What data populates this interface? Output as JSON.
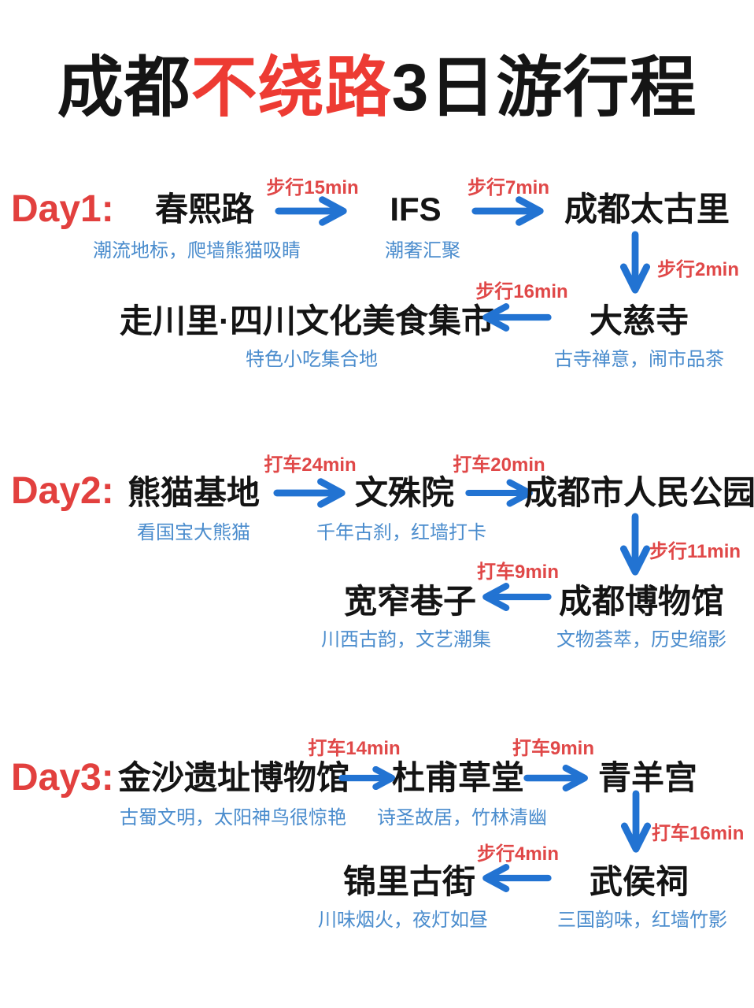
{
  "title": {
    "black_left": "成都",
    "red": "不绕路",
    "black_right": "3日游行程"
  },
  "colors": {
    "title_red": "#ed3b33",
    "day_label_red": "#e2403e",
    "leg_label_red": "#e04848",
    "arrow_blue": "#2273d2",
    "desc_blue": "#4a8ccd",
    "text_black": "#141414",
    "background": "#ffffff"
  },
  "days": [
    {
      "label": "Day1:",
      "stops": [
        {
          "name": "春熙路",
          "desc": "潮流地标，爬墙熊猫吸睛"
        },
        {
          "name": "IFS",
          "desc": "潮奢汇聚"
        },
        {
          "name": "成都太古里"
        },
        {
          "name": "大慈寺",
          "desc": "古寺禅意，闹市品茶"
        },
        {
          "name": "走川里·四川文化美食集市",
          "desc": "特色小吃集合地"
        }
      ],
      "legs": [
        {
          "label": "步行15min"
        },
        {
          "label": "步行7min"
        },
        {
          "label": "步行2min"
        },
        {
          "label": "步行16min"
        }
      ]
    },
    {
      "label": "Day2:",
      "stops": [
        {
          "name": "熊猫基地",
          "desc": "看国宝大熊猫"
        },
        {
          "name": "文殊院",
          "desc": "千年古刹，红墙打卡"
        },
        {
          "name": "成都市人民公园"
        },
        {
          "name": "成都博物馆",
          "desc": "文物荟萃，历史缩影"
        },
        {
          "name": "宽窄巷子",
          "desc": "川西古韵，文艺潮集"
        }
      ],
      "legs": [
        {
          "label": "打车24min"
        },
        {
          "label": "打车20min"
        },
        {
          "label": "步行11min"
        },
        {
          "label": "打车9min"
        }
      ]
    },
    {
      "label": "Day3:",
      "stops": [
        {
          "name": "金沙遗址博物馆",
          "desc": "古蜀文明，太阳神鸟很惊艳"
        },
        {
          "name": "杜甫草堂",
          "desc": "诗圣故居，竹林清幽"
        },
        {
          "name": "青羊宫"
        },
        {
          "name": "武侯祠",
          "desc": "三国韵味，红墙竹影"
        },
        {
          "name": "锦里古街",
          "desc": "川味烟火，夜灯如昼"
        }
      ],
      "legs": [
        {
          "label": "打车14min"
        },
        {
          "label": "打车9min"
        },
        {
          "label": "打车16min"
        },
        {
          "label": "步行4min"
        }
      ]
    }
  ]
}
